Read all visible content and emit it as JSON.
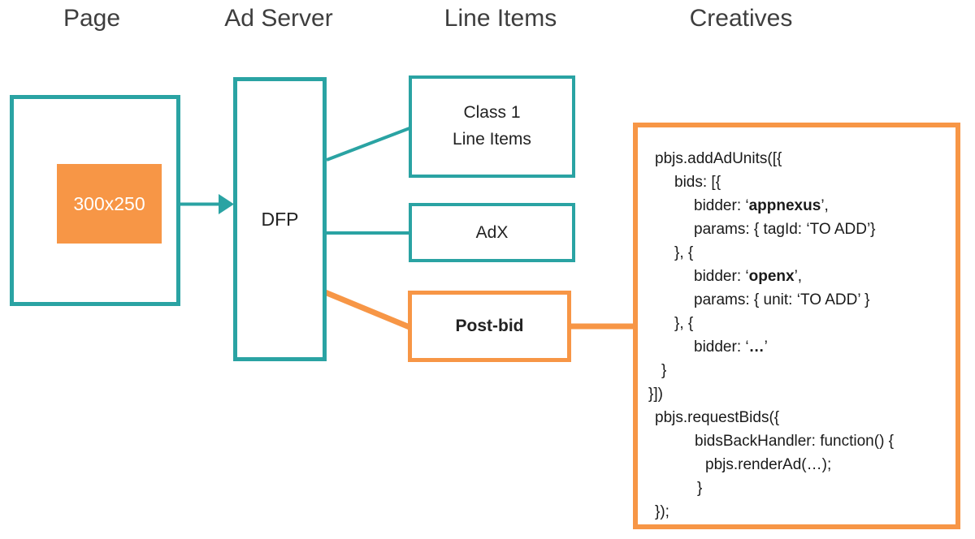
{
  "colors": {
    "teal": "#2aa3a3",
    "orange": "#f79646",
    "heading_text": "#3e3e3e",
    "code_text": "#1a1a1a",
    "slot_text": "#ffffff"
  },
  "column_headers": [
    {
      "label": "Page"
    },
    {
      "label": "Ad Server"
    },
    {
      "label": "Line Items"
    },
    {
      "label": "Creatives"
    }
  ],
  "page_panel": {
    "ad_slot_label": "300x250"
  },
  "ad_server_panel": {
    "dfp_label": "DFP"
  },
  "line_items_panel": {
    "class1_line1": "Class 1",
    "class1_line2": "Line Items",
    "adx_label": "AdX",
    "postbid_label": "Post-bid"
  },
  "creatives_panel": {
    "code_lines": [
      {
        "indent": 8,
        "segments": [
          {
            "text": "pbjs.addAdUnits([{",
            "bold": false
          }
        ]
      },
      {
        "indent": 32,
        "segments": [
          {
            "text": "bids: [{",
            "bold": false
          }
        ]
      },
      {
        "indent": 56,
        "segments": [
          {
            "text": "bidder: ‘",
            "bold": false
          },
          {
            "text": "appnexus",
            "bold": true
          },
          {
            "text": "’,",
            "bold": false
          }
        ]
      },
      {
        "indent": 56,
        "segments": [
          {
            "text": "params: { tagId: ‘TO ADD’}",
            "bold": false
          }
        ]
      },
      {
        "indent": 32,
        "segments": [
          {
            "text": "}, {",
            "bold": false
          }
        ]
      },
      {
        "indent": 56,
        "segments": [
          {
            "text": "bidder: ‘",
            "bold": false
          },
          {
            "text": "openx",
            "bold": true
          },
          {
            "text": "’,",
            "bold": false
          }
        ]
      },
      {
        "indent": 56,
        "segments": [
          {
            "text": "params: { unit: ‘TO ADD’ }",
            "bold": false
          }
        ]
      },
      {
        "indent": 32,
        "segments": [
          {
            "text": "}, {",
            "bold": false
          }
        ]
      },
      {
        "indent": 56,
        "segments": [
          {
            "text": "bidder: ‘",
            "bold": false
          },
          {
            "text": "…",
            "bold": true
          },
          {
            "text": "’",
            "bold": false
          }
        ]
      },
      {
        "indent": 16,
        "segments": [
          {
            "text": "}",
            "bold": false
          }
        ]
      },
      {
        "indent": 0,
        "segments": [
          {
            "text": "}])",
            "bold": false
          }
        ]
      },
      {
        "indent": 8,
        "segments": [
          {
            "text": "pbjs.requestBids({",
            "bold": false
          }
        ]
      },
      {
        "indent": 57,
        "segments": [
          {
            "text": "bidsBackHandler: function() {",
            "bold": false
          }
        ]
      },
      {
        "indent": 70,
        "segments": [
          {
            "text": "pbjs.renderAd(…);",
            "bold": false
          }
        ]
      },
      {
        "indent": 60,
        "segments": [
          {
            "text": "}",
            "bold": false
          }
        ]
      },
      {
        "indent": 8,
        "segments": [
          {
            "text": "});",
            "bold": false
          }
        ]
      }
    ]
  }
}
